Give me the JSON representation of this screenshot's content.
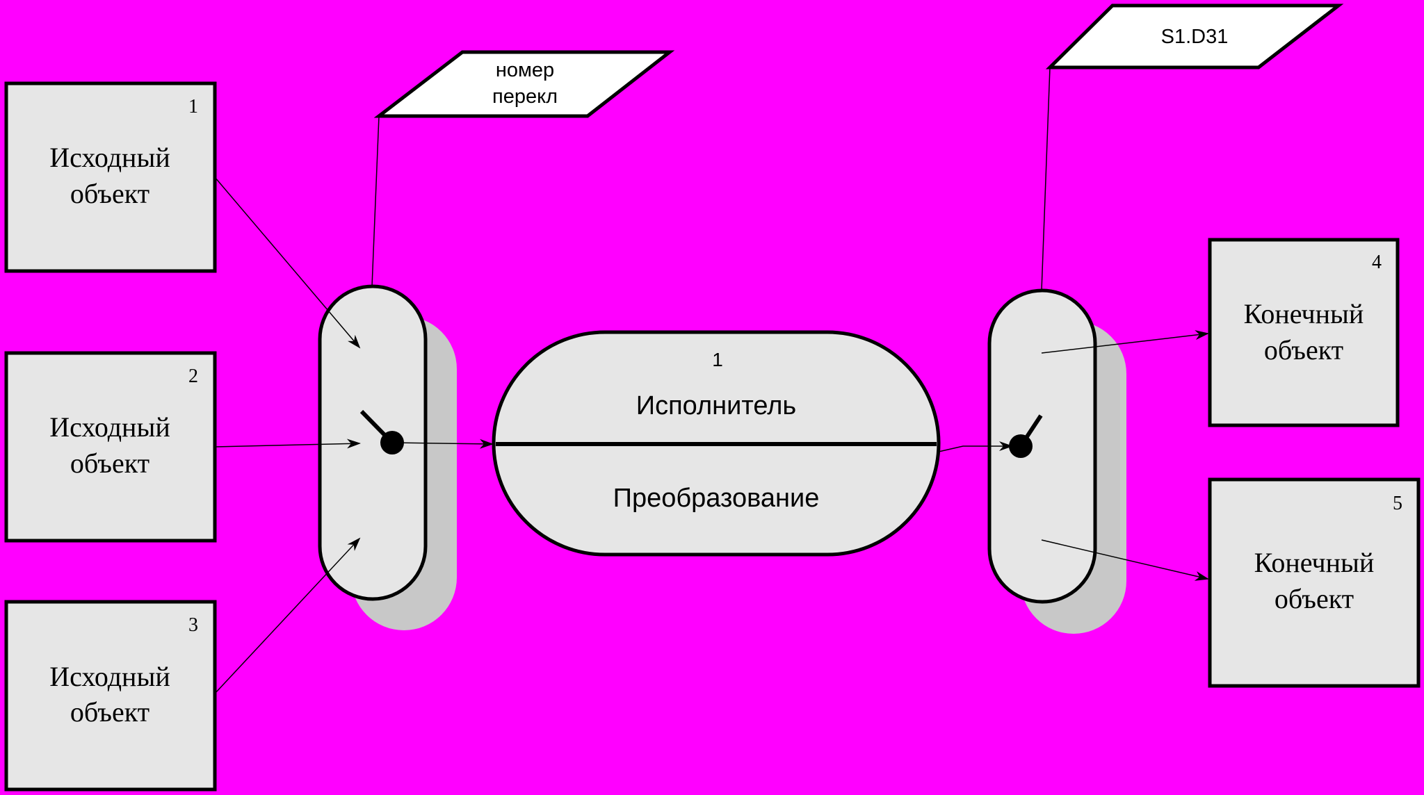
{
  "colors": {
    "background": "#ff00ff",
    "box_fill": "#e6e6e6",
    "shadow": "#c8c8c8",
    "line": "#000000",
    "label_fill": "#ffffff"
  },
  "source_objects": [
    {
      "number": "1",
      "line1": "Исходный",
      "line2": "объект"
    },
    {
      "number": "2",
      "line1": "Исходный",
      "line2": "объект"
    },
    {
      "number": "3",
      "line1": "Исходный",
      "line2": "объект"
    }
  ],
  "target_objects": [
    {
      "number": "4",
      "line1": "Конечный",
      "line2": "объект"
    },
    {
      "number": "5",
      "line1": "Конечный",
      "line2": "объект"
    }
  ],
  "executor": {
    "number": "1",
    "name": "Исполнитель",
    "operation": "Преобразование"
  },
  "left_switch_label": {
    "line1": "номер",
    "line2": "перекл"
  },
  "right_switch_label": {
    "line1": "S1.D31"
  }
}
